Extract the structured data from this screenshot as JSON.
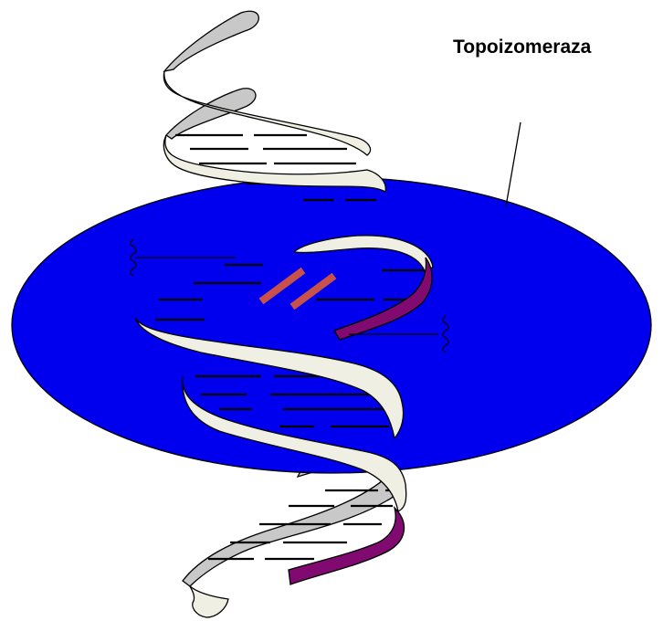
{
  "diagram": {
    "label": "Topoizomeraza",
    "colors": {
      "enzyme_disk": "#0000ee",
      "backbone_front": "#f0efe4",
      "backbone_back": "#c8c8c8",
      "cut_strand": "#800a70",
      "break_marks": "#c8524a",
      "base_pairs": "#000000"
    },
    "icons": [
      "enzyme-disk",
      "dna-double-helix",
      "strand-break-marks",
      "leader-line",
      "squiggle-icon"
    ]
  }
}
